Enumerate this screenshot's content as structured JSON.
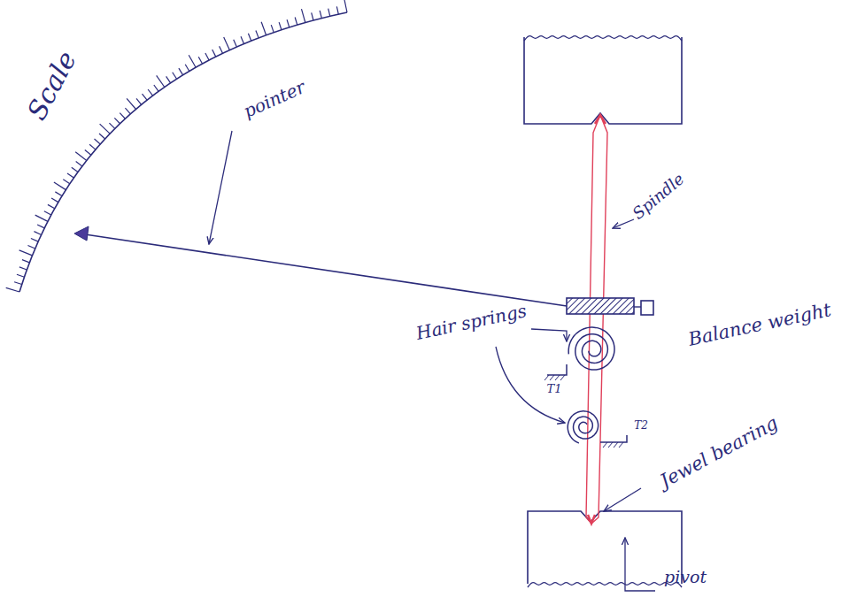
{
  "diagram": {
    "labels": [
      "Scale",
      "pointer",
      "Spindle",
      "Balance weight",
      "Hair springs",
      "T1",
      "T2",
      "Jewel bearing",
      "pivot"
    ]
  }
}
